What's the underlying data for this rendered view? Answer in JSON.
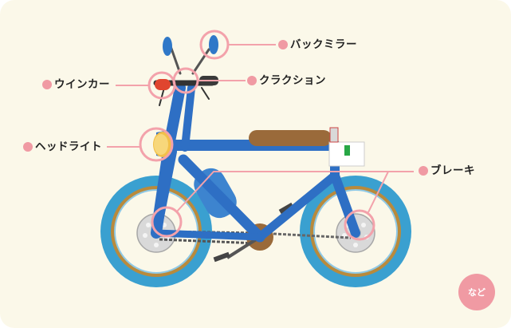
{
  "labels": {
    "mirror": "バックミラー",
    "turn_signal": "ウインカー",
    "horn": "クラクション",
    "headlight": "ヘッドライト",
    "brake": "ブレーキ"
  },
  "badge": "など",
  "colors": {
    "background": "#fbf8e9",
    "accent_pink": "#f3a2ab",
    "frame_blue": "#2e6fc4",
    "tire_blue": "#3aa0d0",
    "rim_brown": "#b98a3c",
    "seat_brown": "#9a6a3a",
    "headlight_yellow": "#f2c04a",
    "turn_signal_red": "#e0452f"
  }
}
